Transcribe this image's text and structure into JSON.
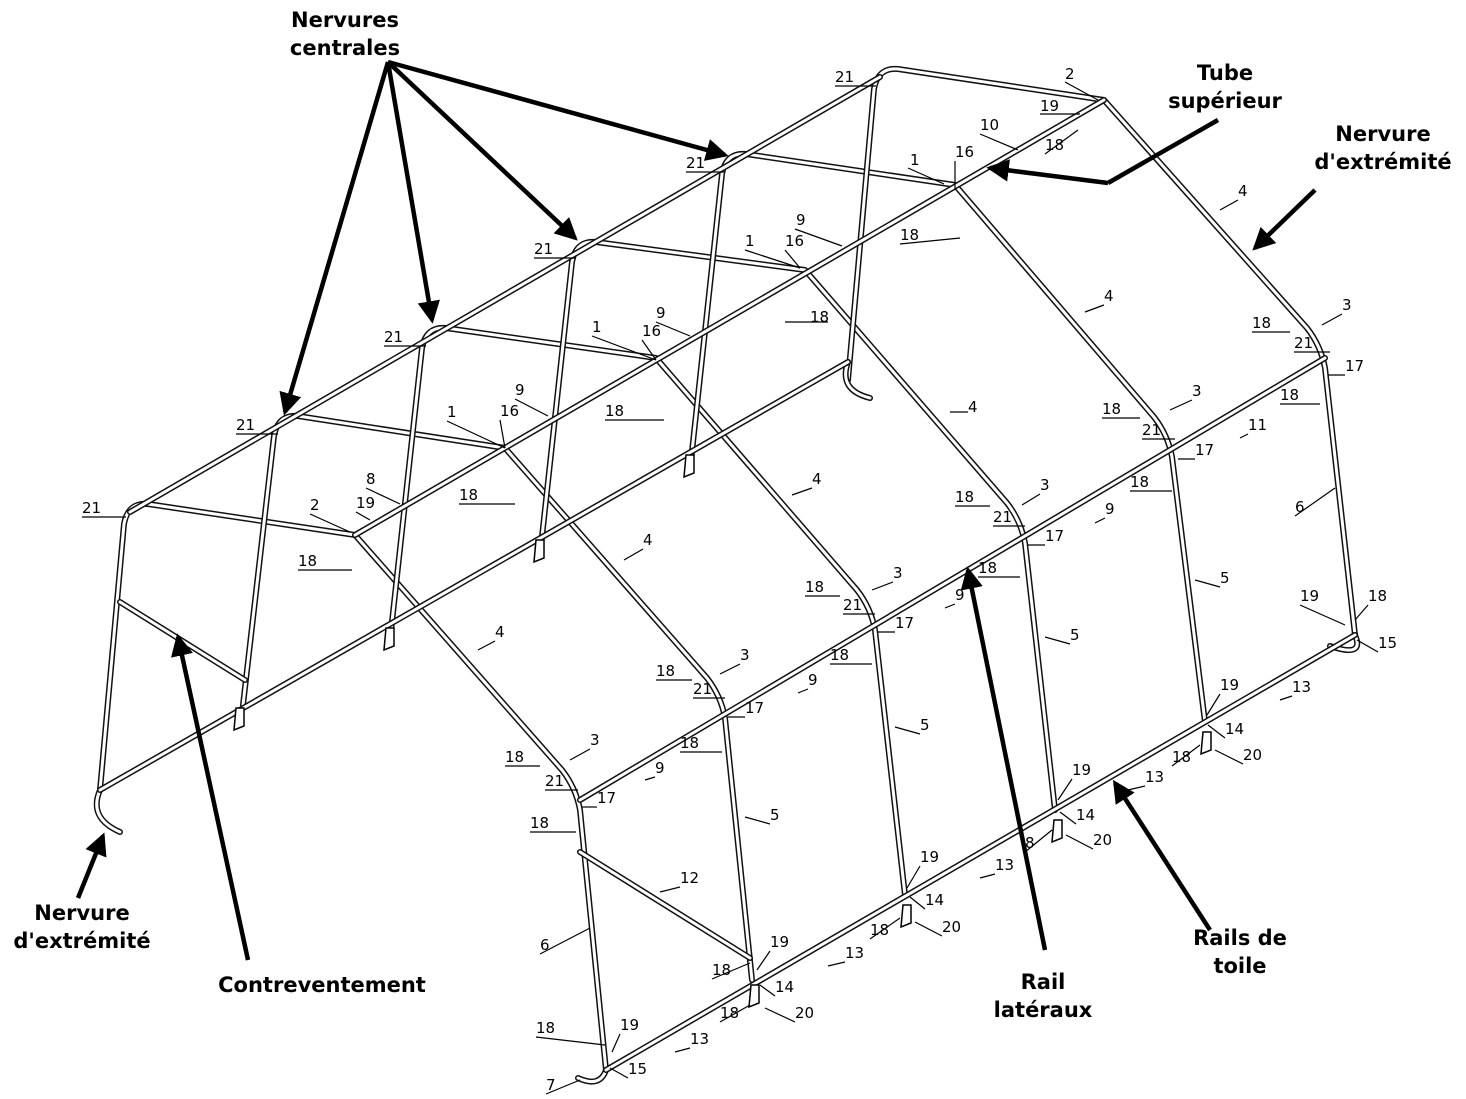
{
  "callouts": {
    "central_ribs": [
      "Nervures",
      "centrales"
    ],
    "top_tube": [
      "Tube",
      "supérieur"
    ],
    "end_rib_right": [
      "Nervure",
      "d'extrémité"
    ],
    "end_rib_left": [
      "Nervure",
      "d'extrémité"
    ],
    "bracing": [
      "Contreventement"
    ],
    "side_rail": [
      "Rail",
      "latéraux"
    ],
    "fabric_rails": [
      "Rails de",
      "toile"
    ]
  },
  "part_numbers": {
    "p1": "1",
    "p2": "2",
    "p3": "3",
    "p4": "4",
    "p5": "5",
    "p6": "6",
    "p7": "7",
    "p8": "8",
    "p9": "9",
    "p10": "10",
    "p11": "11",
    "p12": "12",
    "p13": "13",
    "p14": "14",
    "p15": "15",
    "p16": "16",
    "p17": "17",
    "p18": "18",
    "p19": "19",
    "p20": "20",
    "p21": "21"
  }
}
